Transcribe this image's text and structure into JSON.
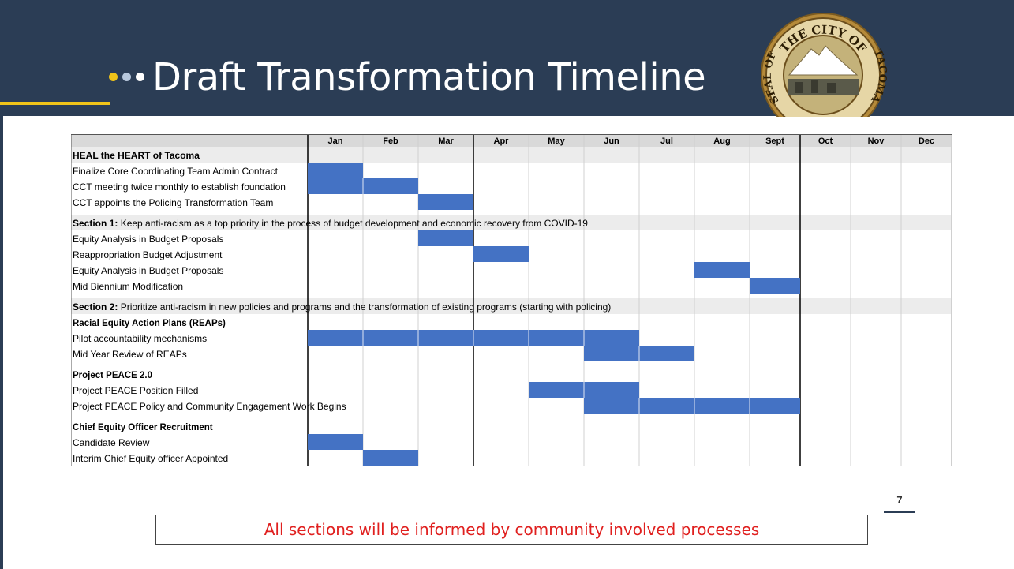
{
  "header": {
    "title": "Draft Transformation Timeline",
    "seal": {
      "top_text": "THE CITY OF",
      "left_text": "SEAL OF",
      "right_text": "TACOMA"
    }
  },
  "colors": {
    "header_bg": "#2b3d55",
    "bar": "#4472c4",
    "section_row": "#ececec",
    "footer_text": "#e0201f",
    "dot_1": "#f0c419",
    "dot_2": "#b7c7dc",
    "dot_3": "#ffffff"
  },
  "gantt": {
    "months": [
      "Jan",
      "Feb",
      "Mar",
      "Apr",
      "May",
      "Jun",
      "Jul",
      "Aug",
      "Sept",
      "Oct",
      "Nov",
      "Dec"
    ],
    "rows": [
      {
        "type": "section",
        "bold": "HEAL the HEART of Tacoma",
        "text": ""
      },
      {
        "type": "task",
        "label": "Finalize Core Coordinating Team Admin Contract",
        "active": [
          1
        ]
      },
      {
        "type": "task",
        "label": "CCT meeting twice monthly to establish foundation",
        "active": [
          1,
          2
        ]
      },
      {
        "type": "task",
        "label": "CCT appoints the Policing Transformation Team",
        "active": [
          3
        ]
      },
      {
        "type": "spacer"
      },
      {
        "type": "section",
        "bold": "Section 1:",
        "text": " Keep anti-racism as a top priority in the process of budget development and economic recovery from COVID-19"
      },
      {
        "type": "task",
        "label": "Equity Analysis in Budget Proposals",
        "active": [
          3
        ]
      },
      {
        "type": "task",
        "label": "Reappropriation Budget Adjustment",
        "active": [
          4
        ]
      },
      {
        "type": "task",
        "label": "Equity Analysis in Budget Proposals",
        "active": [
          8
        ]
      },
      {
        "type": "task",
        "label": "Mid Biennium Modification",
        "active": [
          9
        ]
      },
      {
        "type": "spacer"
      },
      {
        "type": "section",
        "bold": "Section 2:",
        "text": " Prioritize anti-racism in new policies and programs and the transformation of existing programs (starting with policing)"
      },
      {
        "type": "subheading",
        "label": "Racial Equity Action Plans (REAPs)"
      },
      {
        "type": "task",
        "label": "Pilot accountability mechanisms",
        "active": [
          1,
          2,
          3,
          4,
          5,
          6
        ]
      },
      {
        "type": "task",
        "label": "Mid Year Review of REAPs",
        "active": [
          6,
          7
        ]
      },
      {
        "type": "spacer"
      },
      {
        "type": "subheading",
        "label": "Project PEACE 2.0"
      },
      {
        "type": "task",
        "label": "Project PEACE Position Filled",
        "active": [
          5,
          6
        ]
      },
      {
        "type": "task",
        "label": "Project PEACE Policy and Community Engagement Work Begins",
        "active": [
          6,
          7,
          8,
          9
        ]
      },
      {
        "type": "spacer"
      },
      {
        "type": "subheading",
        "label": "Chief Equity Officer Recruitment"
      },
      {
        "type": "task",
        "label": "Candidate Review",
        "active": [
          1
        ]
      },
      {
        "type": "task",
        "label": "Interim Chief Equity officer Appointed",
        "active": [
          2
        ]
      }
    ]
  },
  "page_number": "7",
  "footer": {
    "text": "All sections will be informed by community involved processes"
  }
}
